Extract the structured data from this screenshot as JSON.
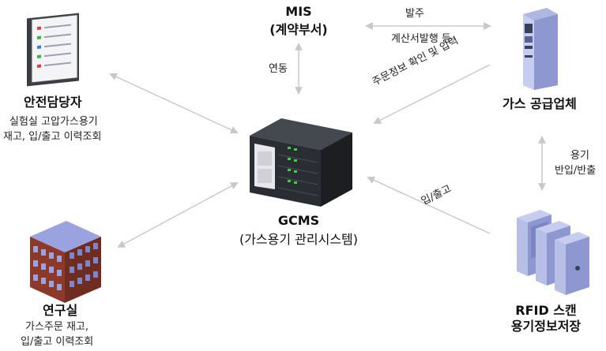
{
  "nodes": {
    "mis": {
      "title": "MIS",
      "subtitle": "(계약부서)"
    },
    "safety": {
      "title": "안전담당자",
      "desc1": "실험실 고압가스용기",
      "desc2": "재고, 입/출고 이력조회"
    },
    "supplier": {
      "title": "가스 공급업체"
    },
    "gcms": {
      "title": "GCMS",
      "subtitle": "(가스용기 관리시스템)"
    },
    "lab": {
      "title": "연구실",
      "desc1": "가스주문 재고,",
      "desc2": "입/출고 이력조회"
    },
    "rfid": {
      "title": "RFID 스캔",
      "subtitle": "용기정보저장"
    }
  },
  "edges": {
    "mis_supplier_1": "발주",
    "mis_supplier_2": "계산서발행 등",
    "mis_gcms": "연동",
    "supplier_gcms": "주문정보 확인 및 입력",
    "supplier_rfid_1": "용기",
    "supplier_rfid_2": "반입/반출",
    "rfid_gcms": "입/출고"
  },
  "colors": {
    "arrow": "#c8c8cc",
    "server_dark": "#2a2d33",
    "server_led": "#3fd23f",
    "building": "#9aa3e0",
    "building_wall": "#8b3a2a",
    "kiosk": "#b8bfe6"
  }
}
